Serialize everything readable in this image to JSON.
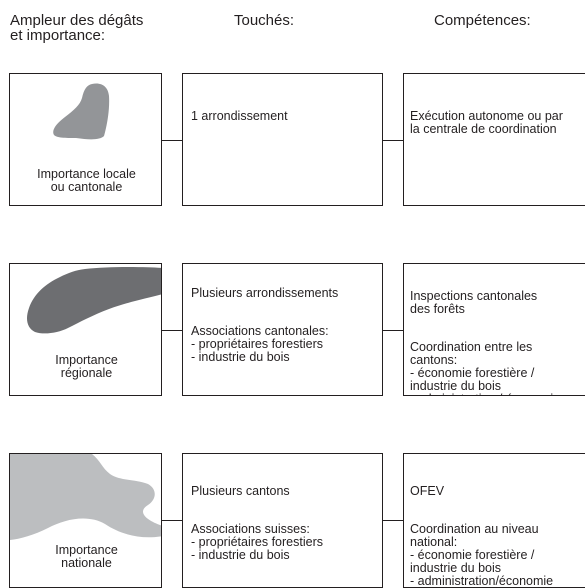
{
  "headers": {
    "extent": "Ampleur des dégâts\net importance:",
    "affected": "Touchés:",
    "competences": "Compétences:"
  },
  "colors": {
    "local_shape": "#939598",
    "regional_shape": "#6d6e71",
    "national_shape": "#bcbec0",
    "line": "#231f20"
  },
  "rows": [
    {
      "importance": "Importance locale\nou cantonale",
      "affected": [
        "1 arrondissement"
      ],
      "competences": [
        "Exécution autonome ou par\nla centrale de coordination"
      ]
    },
    {
      "importance": "Importance\nrégionale",
      "affected": [
        "Plusieurs arrondissements",
        "Associations cantonales:\n- propriétaires forestiers\n- industrie du bois"
      ],
      "competences": [
        "Inspections cantonales\ndes forêts",
        "Coordination entre les\ncantons:\n-  économie forestière /\n   industrie du bois\n-  administration / économie"
      ]
    },
    {
      "importance": "Importance\nnationale",
      "affected": [
        "Plusieurs cantons",
        "Associations suisses:\n- propriétaires forestiers\n- industrie du bois"
      ],
      "competences": [
        "OFEV",
        "Coordination au niveau\nnational:\n-  économie forestière /\n   industrie du bois\n-  administration/économie"
      ]
    }
  ]
}
